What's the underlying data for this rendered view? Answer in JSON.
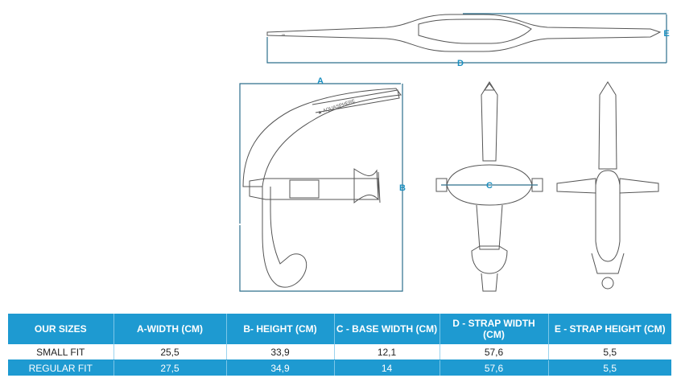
{
  "dimensions": {
    "a": "A",
    "b": "B",
    "c": "C",
    "d": "D",
    "e": "E"
  },
  "brand_text": "AQUASPHERE",
  "colors": {
    "accent": "#1e9ad1",
    "dimension_line": "#2d6f8c",
    "outline": "#555555"
  },
  "table": {
    "headers": [
      "OUR SIZES",
      "A-WIDTH (CM)",
      "B- HEIGHT (CM)",
      "C - BASE WIDTH (CM)",
      "D - STRAP WIDTH (CM)",
      "E - STRAP HEIGHT (CM)"
    ],
    "rows": [
      [
        "SMALL FIT",
        "25,5",
        "33,9",
        "12,1",
        "57,6",
        "5,5"
      ],
      [
        "REGULAR FIT",
        "27,5",
        "34,9",
        "14",
        "57,6",
        "5,5"
      ]
    ]
  }
}
